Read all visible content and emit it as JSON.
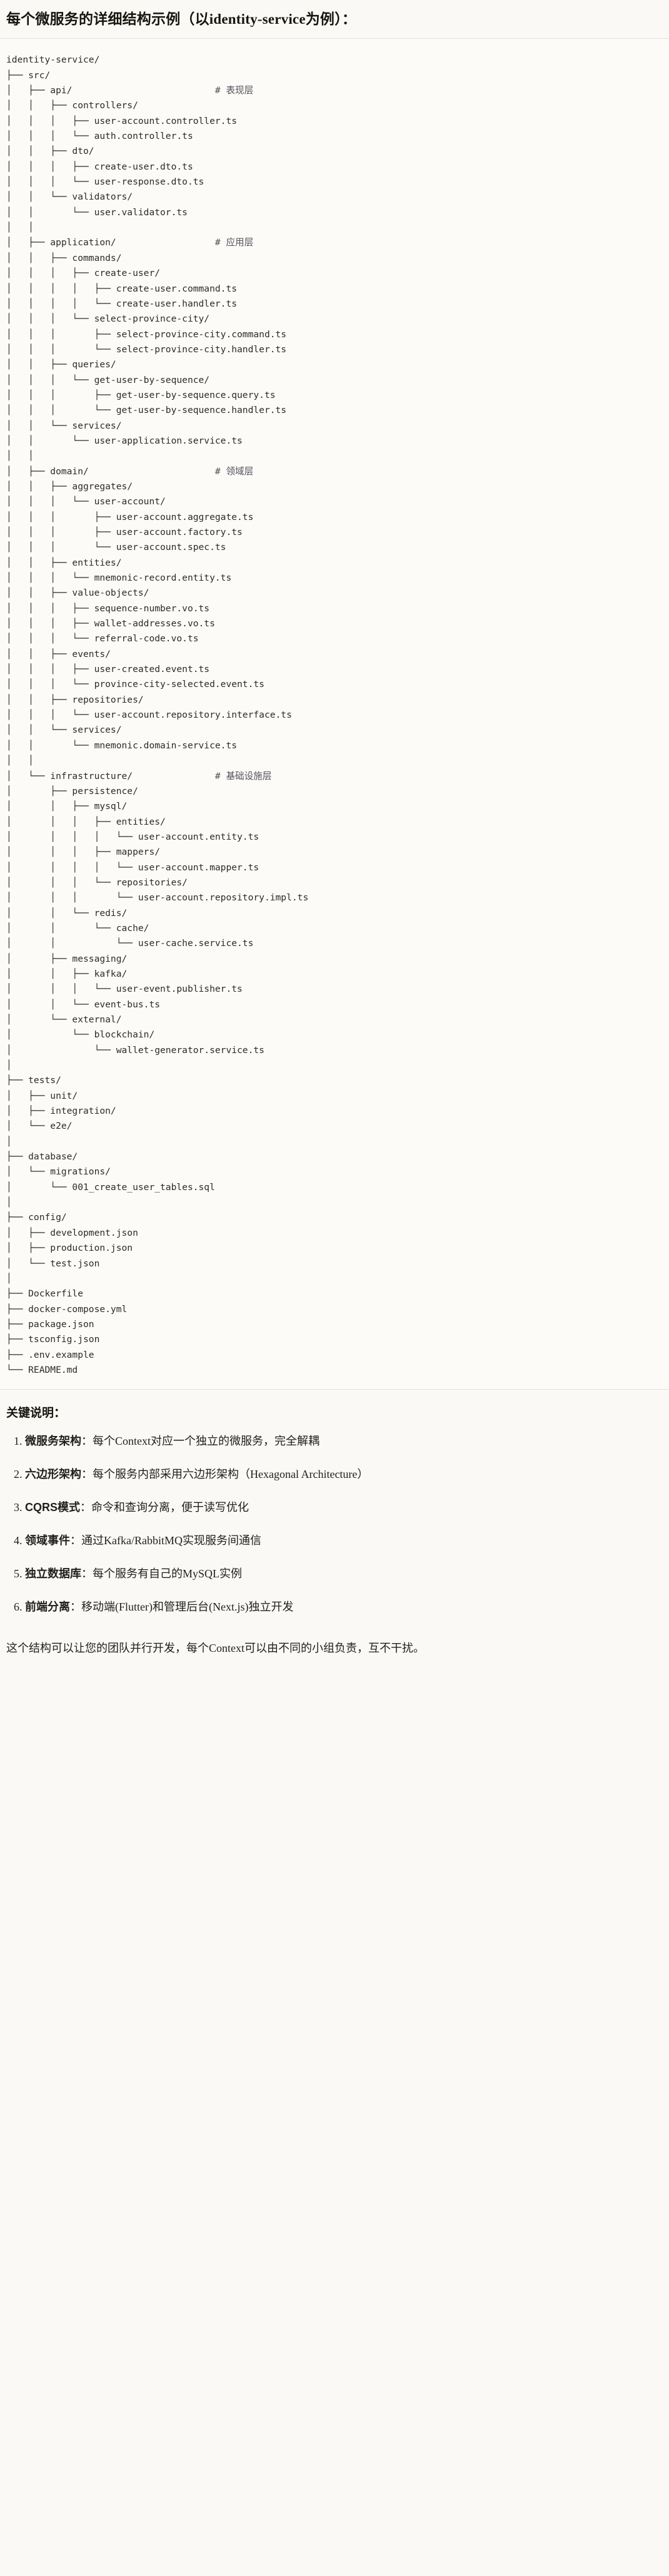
{
  "header": {
    "title_cjk_1": "每个微服务的详细结构示例",
    "title_full": "每个微服务的详细结构示例（以identity-service为例）："
  },
  "tree": {
    "root": "identity-service/",
    "comments": {
      "api": "# 表现层",
      "application": "# 应用层",
      "domain": "# 领域层",
      "infrastructure": "# 基础设施层"
    },
    "lines": [
      "identity-service/",
      "├── src/",
      "│   ├── api/                          # 表现层",
      "│   │   ├── controllers/",
      "│   │   │   ├── user-account.controller.ts",
      "│   │   │   └── auth.controller.ts",
      "│   │   ├── dto/",
      "│   │   │   ├── create-user.dto.ts",
      "│   │   │   └── user-response.dto.ts",
      "│   │   └── validators/",
      "│   │       └── user.validator.ts",
      "│   │",
      "│   ├── application/                  # 应用层",
      "│   │   ├── commands/",
      "│   │   │   ├── create-user/",
      "│   │   │   │   ├── create-user.command.ts",
      "│   │   │   │   └── create-user.handler.ts",
      "│   │   │   └── select-province-city/",
      "│   │   │       ├── select-province-city.command.ts",
      "│   │   │       └── select-province-city.handler.ts",
      "│   │   ├── queries/",
      "│   │   │   └── get-user-by-sequence/",
      "│   │   │       ├── get-user-by-sequence.query.ts",
      "│   │   │       └── get-user-by-sequence.handler.ts",
      "│   │   └── services/",
      "│   │       └── user-application.service.ts",
      "│   │",
      "│   ├── domain/                       # 领域层",
      "│   │   ├── aggregates/",
      "│   │   │   └── user-account/",
      "│   │   │       ├── user-account.aggregate.ts",
      "│   │   │       ├── user-account.factory.ts",
      "│   │   │       └── user-account.spec.ts",
      "│   │   ├── entities/",
      "│   │   │   └── mnemonic-record.entity.ts",
      "│   │   ├── value-objects/",
      "│   │   │   ├── sequence-number.vo.ts",
      "│   │   │   ├── wallet-addresses.vo.ts",
      "│   │   │   └── referral-code.vo.ts",
      "│   │   ├── events/",
      "│   │   │   ├── user-created.event.ts",
      "│   │   │   └── province-city-selected.event.ts",
      "│   │   ├── repositories/",
      "│   │   │   └── user-account.repository.interface.ts",
      "│   │   └── services/",
      "│   │       └── mnemonic.domain-service.ts",
      "│   │",
      "│   └── infrastructure/               # 基础设施层",
      "│       ├── persistence/",
      "│       │   ├── mysql/",
      "│       │   │   ├── entities/",
      "│       │   │   │   └── user-account.entity.ts",
      "│       │   │   ├── mappers/",
      "│       │   │   │   └── user-account.mapper.ts",
      "│       │   │   └── repositories/",
      "│       │   │       └── user-account.repository.impl.ts",
      "│       │   └── redis/",
      "│       │       └── cache/",
      "│       │           └── user-cache.service.ts",
      "│       ├── messaging/",
      "│       │   ├── kafka/",
      "│       │   │   └── user-event.publisher.ts",
      "│       │   └── event-bus.ts",
      "│       └── external/",
      "│           └── blockchain/",
      "│               └── wallet-generator.service.ts",
      "│",
      "├── tests/",
      "│   ├── unit/",
      "│   ├── integration/",
      "│   └── e2e/",
      "│",
      "├── database/",
      "│   └── migrations/",
      "│       └── 001_create_user_tables.sql",
      "│",
      "├── config/",
      "│   ├── development.json",
      "│   ├── production.json",
      "│   └── test.json",
      "│",
      "├── Dockerfile",
      "├── docker-compose.yml",
      "├── package.json",
      "├── tsconfig.json",
      "├── .env.example",
      "└── README.md"
    ]
  },
  "keypoints": {
    "title": "关键说明：",
    "items": [
      {
        "term": "微服务架构",
        "desc": "：每个Context对应一个独立的微服务，完全解耦"
      },
      {
        "term": "六边形架构",
        "desc": "：每个服务内部采用六边形架构（Hexagonal Architecture）"
      },
      {
        "term": "CQRS模式",
        "desc": "：命令和查询分离，便于读写优化"
      },
      {
        "term": "领域事件",
        "desc": "：通过Kafka/RabbitMQ实现服务间通信"
      },
      {
        "term": "独立数据库",
        "desc": "：每个服务有自己的MySQL实例"
      },
      {
        "term": "前端分离",
        "desc": "：移动端(Flutter)和管理后台(Next.js)独立开发"
      }
    ]
  },
  "footer": {
    "note": "这个结构可以让您的团队并行开发，每个Context可以由不同的小组负责，互不干扰。"
  },
  "colors": {
    "page_bg": "#faf9f5",
    "code_bg": "#fcfbf8",
    "rule": "#e3e1d8",
    "text": "#1f1f1d",
    "comment": "#52525a"
  }
}
